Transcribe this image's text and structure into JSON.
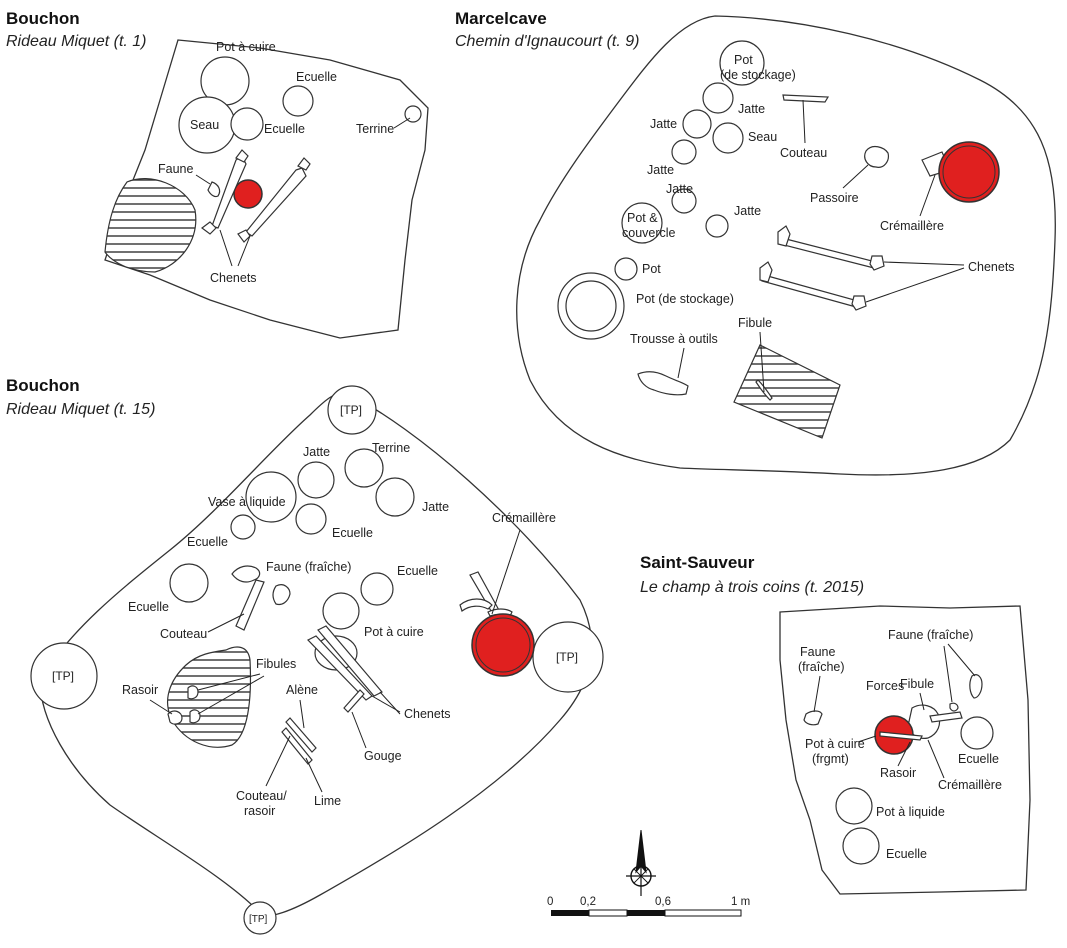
{
  "sites": {
    "bouchon1": {
      "title": "Bouchon",
      "subtitle": "Rideau Miquet (t. 1)"
    },
    "marcelcave": {
      "title": "Marcelcave",
      "subtitle": "Chemin d'Ignaucourt (t. 9)"
    },
    "bouchon15": {
      "title": "Bouchon",
      "subtitle": "Rideau Miquet (t. 15)"
    },
    "saintsauveur": {
      "title": "Saint-Sauveur",
      "subtitle": "Le champ à trois coins (t. 2015)"
    }
  },
  "labels_b1": {
    "pot_a_cuire": "Pot à cuire",
    "ecuelle_a": "Ecuelle",
    "seau": "Seau",
    "ecuelle_b": "Ecuelle",
    "terrine": "Terrine",
    "faune": "Faune",
    "chenets": "Chenets"
  },
  "labels_mc": {
    "pot_stockage_1": "Pot",
    "pot_stockage_2": "(de stockage)",
    "jatte_a": "Jatte",
    "jatte_b": "Jatte",
    "seau": "Seau",
    "couteau": "Couteau",
    "jatte_c": "Jatte",
    "jatte_d": "Jatte",
    "passoire": "Passoire",
    "jatte_e": "Jatte",
    "cremaillere": "Crémaillère",
    "pot_couvercle_1": "Pot &",
    "pot_couvercle_2": "couvercle",
    "pot": "Pot",
    "chenets": "Chenets",
    "pot_de_stockage": "Pot (de stockage)",
    "fibule": "Fibule",
    "trousse": "Trousse à outils"
  },
  "labels_b15": {
    "tp_top": "[TP]",
    "tp_left": "[TP]",
    "tp_right": "[TP]",
    "tp_bottom": "[TP]",
    "jatte_a": "Jatte",
    "terrine": "Terrine",
    "vase": "Vase à liquide",
    "jatte_b": "Jatte",
    "ecuelle_a": "Ecuelle",
    "ecuelle_b": "Ecuelle",
    "cremaillere": "Crémaillère",
    "faune": "Faune (fraîche)",
    "ecuelle_c": "Ecuelle",
    "ecuelle_d": "Ecuelle",
    "couteau": "Couteau",
    "pot_a_cuire": "Pot à cuire",
    "fibules": "Fibules",
    "rasoir": "Rasoir",
    "alene": "Alène",
    "chenets": "Chenets",
    "gouge": "Gouge",
    "couteau_rasoir_1": "Couteau/",
    "couteau_rasoir_2": "rasoir",
    "lime": "Lime"
  },
  "labels_ss": {
    "faune_fraiche_r": "Faune (fraîche)",
    "faune_1": "Faune",
    "faune_2": "(fraîche)",
    "forces": "Forces",
    "fibule": "Fibule",
    "pot_cuire_1": "Pot à cuire",
    "pot_cuire_2": "(frgmt)",
    "rasoir": "Rasoir",
    "ecuelle_a": "Ecuelle",
    "cremaillere": "Crémaillère",
    "pot_liquide": "Pot à liquide",
    "ecuelle_b": "Ecuelle"
  },
  "scale": {
    "t0": "0",
    "t1": "0,2",
    "t2": "0,6",
    "t3": "1 m"
  },
  "colors": {
    "accent_red": "#e0201f",
    "ink": "#333333"
  },
  "icons": {
    "north_arrow": "north-arrow-icon"
  }
}
